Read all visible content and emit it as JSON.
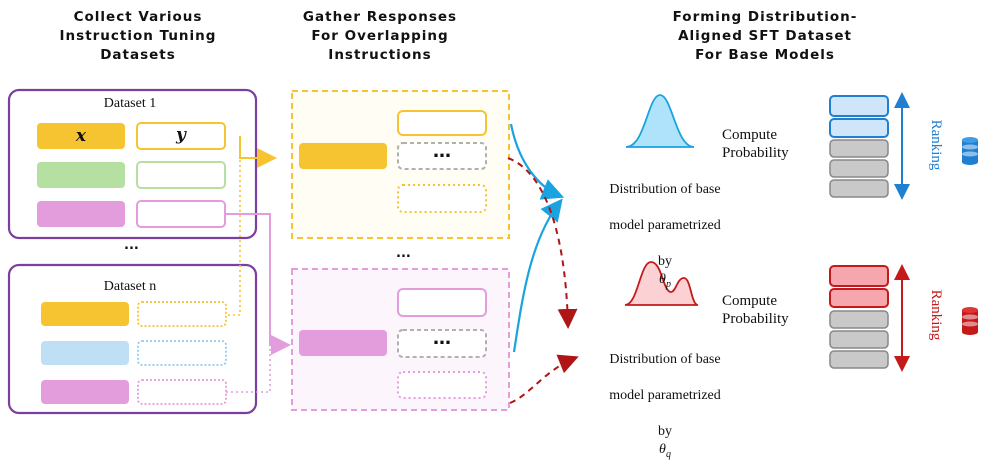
{
  "headings": {
    "col1": "Collect Various\nInstruction Tuning\nDatasets",
    "col2": "Gather Responses\nFor Overlapping\nInstructions",
    "col3": "Forming Distribution-\nAligned SFT Dataset\nFor Base Models"
  },
  "dataset1_label": "Dataset 1",
  "datasetn_label": "Dataset n",
  "x_symbol": "x",
  "y_symbol": "y",
  "ellipsis": "...",
  "cell_ellipsis": "…",
  "dist_p": {
    "line1": "Distribution of base",
    "line2": "model parametrized",
    "by": "by",
    "theta": "θ",
    "sub": "p"
  },
  "dist_q": {
    "line1": "Distribution of base",
    "line2": "model parametrized",
    "by": "by",
    "theta": "θ",
    "sub": "q"
  },
  "compute": "Compute\nProbability",
  "ranking": "Ranking",
  "colors": {
    "purple": "#7b3fa0",
    "yellow": "#f6c431",
    "green": "#b5e0a2",
    "pink": "#e39ddd",
    "lightblue": "#bfe0f4",
    "blue": "#1f7fd1",
    "red": "#c41a1a",
    "gray": "#c9c9c9"
  }
}
